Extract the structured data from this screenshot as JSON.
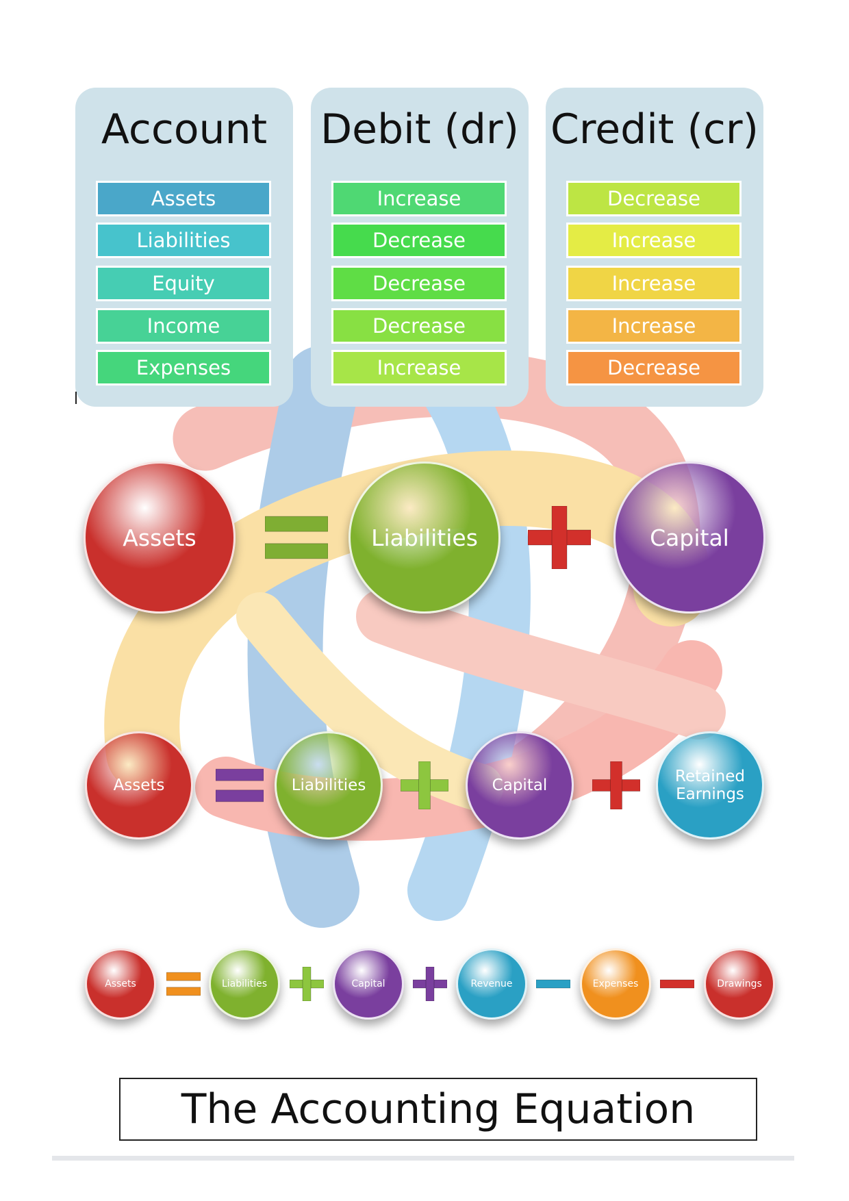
{
  "table": {
    "columns": [
      {
        "header": "Account",
        "cells": [
          "Assets",
          "Liabilities",
          "Equity",
          "Income",
          "Expenses"
        ],
        "colors": [
          "#4aa7c9",
          "#47c3cc",
          "#46cdb3",
          "#47d296",
          "#45d67c"
        ]
      },
      {
        "header": "Debit (dr)",
        "cells": [
          "Increase",
          "Decrease",
          "Decrease",
          "Decrease",
          "Increase"
        ],
        "colors": [
          "#4fd873",
          "#46db4d",
          "#5fdd45",
          "#88e043",
          "#a7e548"
        ]
      },
      {
        "header": "Credit (cr)",
        "cells": [
          "Decrease",
          "Increase",
          "Increase",
          "Increase",
          "Decrease"
        ],
        "colors": [
          "#bde544",
          "#e4ec45",
          "#f0d545",
          "#f3b545",
          "#f59443"
        ]
      }
    ]
  },
  "equations": [
    {
      "terms": [
        "Assets",
        "Liabilities",
        "Capital"
      ],
      "term_colors": [
        "#c9302c",
        "#7fb12e",
        "#7a3f9e"
      ],
      "operators": [
        "=",
        "+"
      ],
      "operator_colors": [
        "#7fae33",
        "#d2302b"
      ]
    },
    {
      "terms": [
        "Assets",
        "Liabilities",
        "Capital",
        "Retained Earnings"
      ],
      "term_colors": [
        "#c9302c",
        "#7fb12e",
        "#7a3f9e",
        "#2aa0c4"
      ],
      "operators": [
        "=",
        "+",
        "+"
      ],
      "operator_colors": [
        "#7a3f9e",
        "#8dc63f",
        "#d2302b"
      ]
    },
    {
      "terms": [
        "Assets",
        "Liabilities",
        "Capital",
        "Revenue",
        "Expenses",
        "Drawings"
      ],
      "term_colors": [
        "#c9302c",
        "#7fb12e",
        "#7a3f9e",
        "#2aa0c4",
        "#f0901e",
        "#c9302c"
      ],
      "operators": [
        "=",
        "+",
        "+",
        "−",
        "−"
      ],
      "operator_colors": [
        "#f0901e",
        "#8dc63f",
        "#7a3f9e",
        "#2aa0c4",
        "#d2302b"
      ]
    }
  ],
  "title": "The Accounting Equation"
}
